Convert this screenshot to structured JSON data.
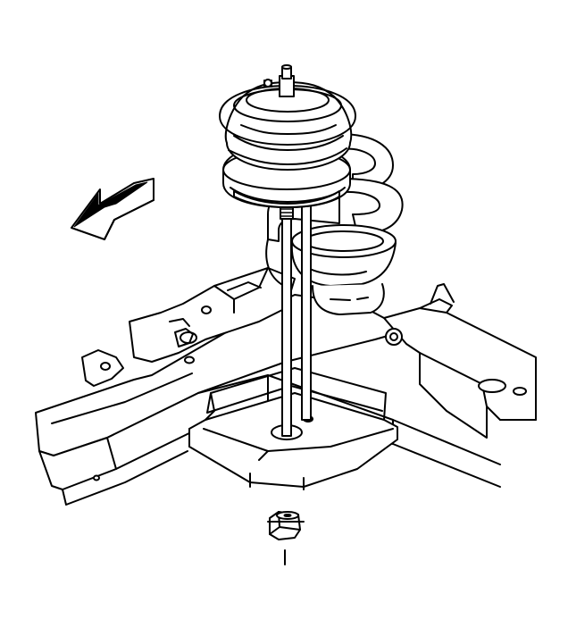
{
  "figure": {
    "kind": "line-art exploded view",
    "colors": {
      "ink": "#000000",
      "paper": "#ffffff"
    },
    "parts": [
      {
        "name": "engine-mount",
        "icon": "engine-mount-icon"
      },
      {
        "name": "mount-studs",
        "icon": "stud-icon"
      },
      {
        "name": "frame-bracket",
        "icon": "bracket-icon"
      },
      {
        "name": "mounting-nut",
        "icon": "nut-icon"
      },
      {
        "name": "front-direction-arrow",
        "icon": "arrow-left-icon"
      }
    ]
  }
}
